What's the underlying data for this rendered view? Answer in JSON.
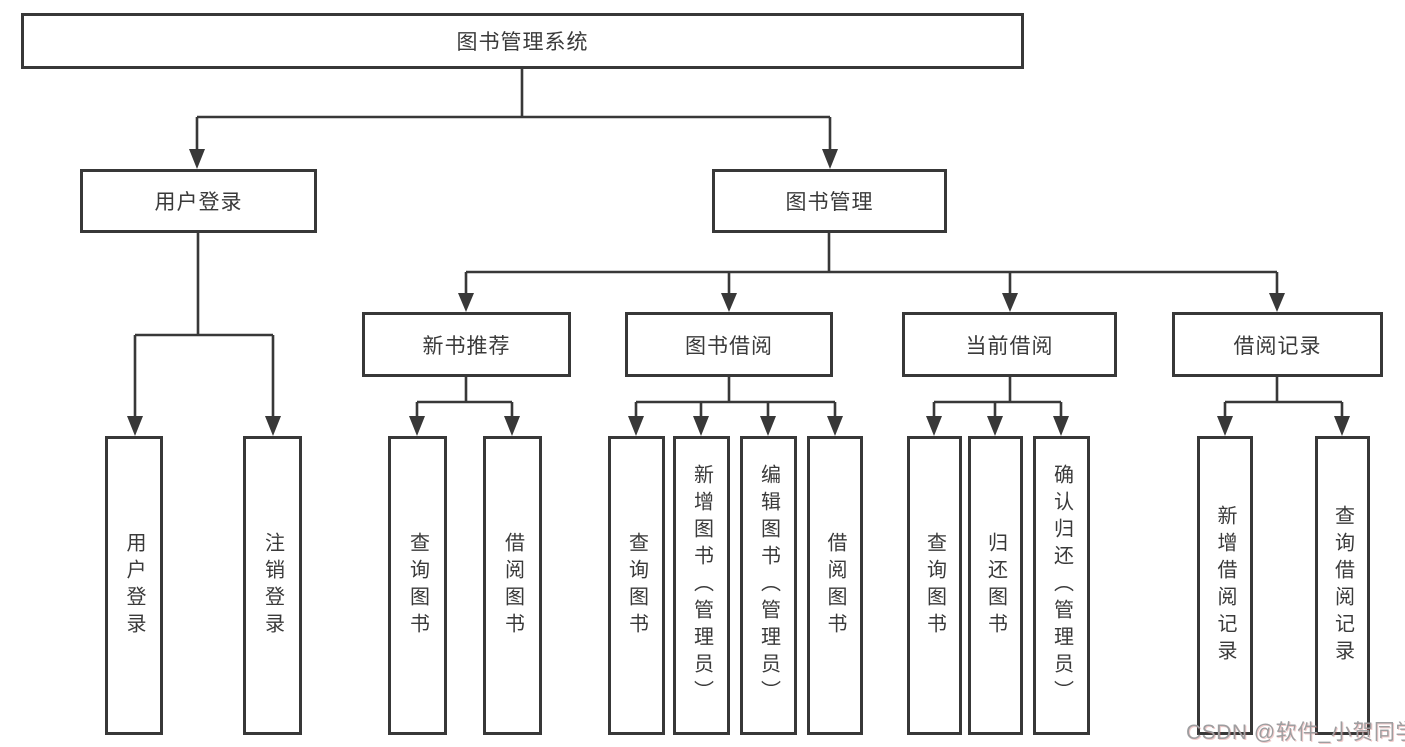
{
  "diagram": {
    "root": "图书管理系统",
    "level2": [
      "用户登录",
      "图书管理"
    ],
    "level3": [
      "新书推荐",
      "图书借阅",
      "当前借阅",
      "借阅记录"
    ],
    "leaves": [
      [
        "用户登录",
        "注销登录"
      ],
      [
        "查询图书",
        "借阅图书"
      ],
      [
        "查询图书",
        "新增图书（管理员）",
        "编辑图书（管理员）",
        "借阅图书"
      ],
      [
        "查询图书",
        "归还图书",
        "确认归还（管理员）"
      ],
      [
        "新增借阅记录",
        "查询借阅记录"
      ]
    ]
  },
  "watermark": "CSDN @软件_小贺同学",
  "colors": {
    "line": "#383838",
    "text": "#3a3a3a",
    "watermark": "#9e9ea0",
    "background": "#ffffff"
  }
}
